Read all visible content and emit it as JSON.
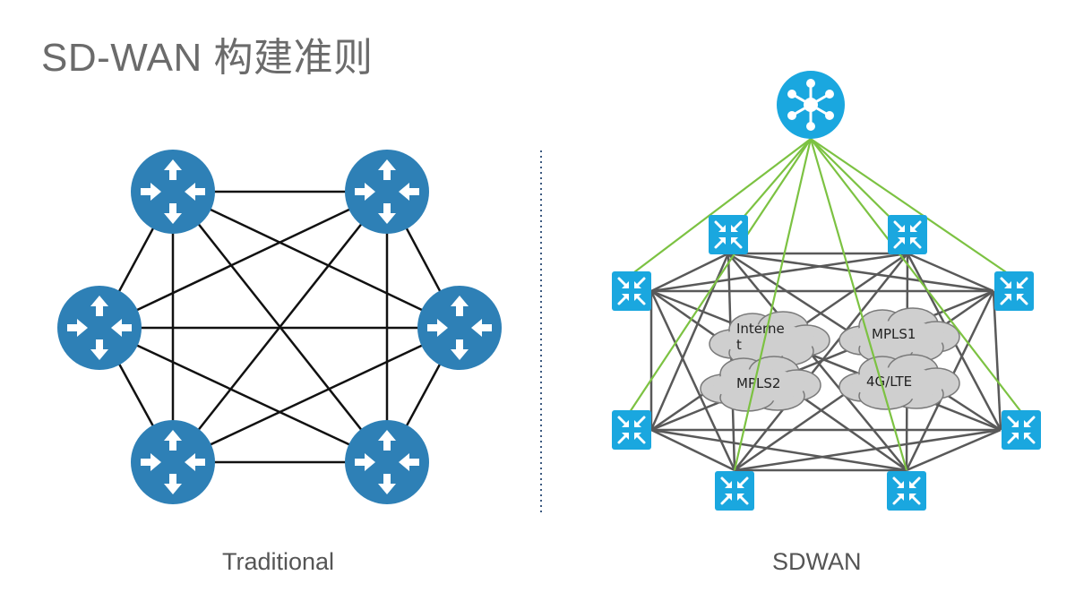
{
  "title": "SD-WAN 构建准则",
  "left": {
    "caption": "Traditional",
    "routers": [
      "router",
      "router",
      "router",
      "router",
      "router",
      "router"
    ]
  },
  "right": {
    "caption": "SDWAN",
    "controller_icon": "hub-network-icon",
    "switch_icon": "sdwan-edge-switch-icon",
    "clouds": [
      {
        "lines": [
          "Interne",
          "t"
        ]
      },
      {
        "lines": [
          "MPLS1"
        ]
      },
      {
        "lines": [
          "MPLS2"
        ]
      },
      {
        "lines": [
          "4G/LTE"
        ]
      }
    ]
  },
  "colors": {
    "router": "#2e80b6",
    "switch": "#1aa7df",
    "mesh": "#555555",
    "controller_link": "#7cc242",
    "divider": "#3d5a80"
  }
}
